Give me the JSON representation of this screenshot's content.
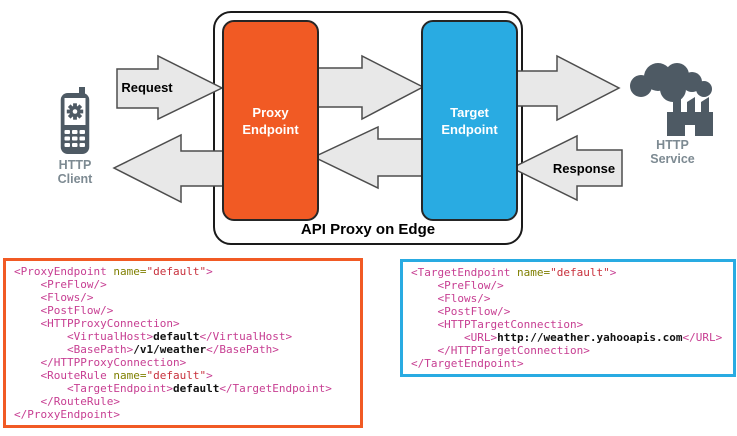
{
  "diagram": {
    "container_label": "API Proxy on Edge",
    "request_label": "Request",
    "response_label": "Response",
    "client": {
      "line1": "HTTP",
      "line2": "Client"
    },
    "service": {
      "line1": "HTTP",
      "line2": "Service"
    },
    "proxy_endpoint": {
      "line1": "Proxy",
      "line2": "Endpoint",
      "color": "#F15A24"
    },
    "target_endpoint": {
      "line1": "Target",
      "line2": "Endpoint",
      "color": "#29ABE2"
    }
  },
  "colors": {
    "proxy_accent": "#F15A24",
    "target_accent": "#29ABE2",
    "arrow_fill": "#E8E8E8",
    "arrow_stroke": "#4D4D4D",
    "icon_slate": "#4E5A64",
    "node_label_gray": "#7D8A92",
    "code_tag": "#C73E92",
    "code_attr_name": "#7F7F00",
    "code_attr_value": "#C8303C",
    "code_text": "#111111"
  },
  "icons": {
    "client": "mobile-phone-with-gear-icon",
    "service": "factory-with-smoke-icon"
  },
  "code_blocks": {
    "proxy": {
      "border": "#F15A24",
      "lines": [
        [
          {
            "c": "tag",
            "v": "<ProxyEndpoint"
          },
          {
            "c": "plain",
            "v": " "
          },
          {
            "c": "attr",
            "v": "name="
          },
          {
            "c": "str",
            "v": "\"default\""
          },
          {
            "c": "tag",
            "v": ">"
          }
        ],
        [
          {
            "c": "plain",
            "v": "    "
          },
          {
            "c": "tag",
            "v": "<PreFlow/>"
          }
        ],
        [
          {
            "c": "plain",
            "v": "    "
          },
          {
            "c": "tag",
            "v": "<Flows/>"
          }
        ],
        [
          {
            "c": "plain",
            "v": "    "
          },
          {
            "c": "tag",
            "v": "<PostFlow/>"
          }
        ],
        [
          {
            "c": "plain",
            "v": "    "
          },
          {
            "c": "tag",
            "v": "<HTTPProxyConnection>"
          }
        ],
        [
          {
            "c": "plain",
            "v": "        "
          },
          {
            "c": "tag",
            "v": "<VirtualHost>"
          },
          {
            "c": "text",
            "v": "default"
          },
          {
            "c": "tag",
            "v": "</VirtualHost>"
          }
        ],
        [
          {
            "c": "plain",
            "v": "        "
          },
          {
            "c": "tag",
            "v": "<BasePath>"
          },
          {
            "c": "text",
            "v": "/v1/weather"
          },
          {
            "c": "tag",
            "v": "</BasePath>"
          }
        ],
        [
          {
            "c": "plain",
            "v": "    "
          },
          {
            "c": "tag",
            "v": "</HTTPProxyConnection>"
          }
        ],
        [
          {
            "c": "plain",
            "v": "    "
          },
          {
            "c": "tag",
            "v": "<RouteRule"
          },
          {
            "c": "plain",
            "v": " "
          },
          {
            "c": "attr",
            "v": "name="
          },
          {
            "c": "str",
            "v": "\"default\""
          },
          {
            "c": "tag",
            "v": ">"
          }
        ],
        [
          {
            "c": "plain",
            "v": "        "
          },
          {
            "c": "tag",
            "v": "<TargetEndpoint>"
          },
          {
            "c": "text",
            "v": "default"
          },
          {
            "c": "tag",
            "v": "</TargetEndpoint>"
          }
        ],
        [
          {
            "c": "plain",
            "v": "    "
          },
          {
            "c": "tag",
            "v": "</RouteRule>"
          }
        ],
        [
          {
            "c": "tag",
            "v": "</ProxyEndpoint>"
          }
        ]
      ]
    },
    "target": {
      "border": "#29ABE2",
      "lines": [
        [
          {
            "c": "tag",
            "v": "<TargetEndpoint"
          },
          {
            "c": "plain",
            "v": " "
          },
          {
            "c": "attr",
            "v": "name="
          },
          {
            "c": "str",
            "v": "\"default\""
          },
          {
            "c": "tag",
            "v": ">"
          }
        ],
        [
          {
            "c": "plain",
            "v": "    "
          },
          {
            "c": "tag",
            "v": "<PreFlow/>"
          }
        ],
        [
          {
            "c": "plain",
            "v": "    "
          },
          {
            "c": "tag",
            "v": "<Flows/>"
          }
        ],
        [
          {
            "c": "plain",
            "v": "    "
          },
          {
            "c": "tag",
            "v": "<PostFlow/>"
          }
        ],
        [
          {
            "c": "plain",
            "v": "    "
          },
          {
            "c": "tag",
            "v": "<HTTPTargetConnection>"
          }
        ],
        [
          {
            "c": "plain",
            "v": "        "
          },
          {
            "c": "tag",
            "v": "<URL>"
          },
          {
            "c": "text",
            "v": "http://weather.yahooapis.com"
          },
          {
            "c": "tag",
            "v": "</URL>"
          }
        ],
        [
          {
            "c": "plain",
            "v": "    "
          },
          {
            "c": "tag",
            "v": "</HTTPTargetConnection>"
          }
        ],
        [
          {
            "c": "tag",
            "v": "</TargetEndpoint>"
          }
        ]
      ]
    }
  }
}
